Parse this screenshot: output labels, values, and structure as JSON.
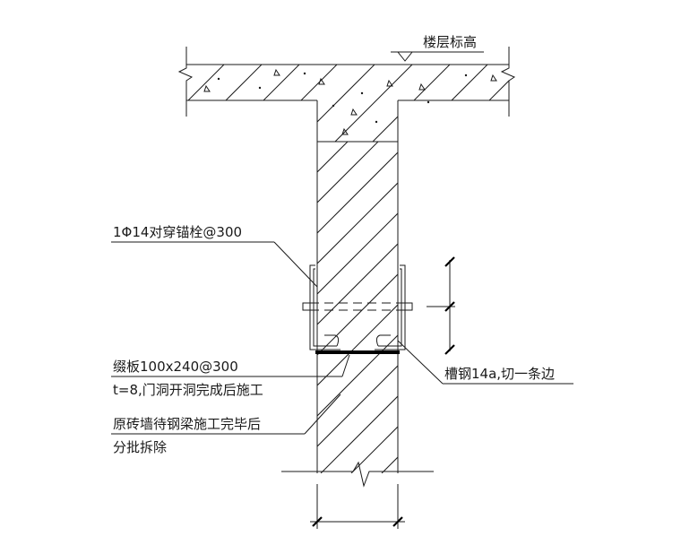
{
  "annotations": {
    "floor_level": "楼层标高",
    "anchor_bolt": "1Φ14对穿锚栓@300",
    "channel_steel": "槽钢14a,切一条边",
    "plate_line1": "缀板100x240@300",
    "plate_line2": "t=8,门洞开洞完成后施工",
    "wall_line1": "原砖墙待钢梁施工完毕后",
    "wall_line2": "分批拆除"
  },
  "colors": {
    "line": "#1a1a1a",
    "background": "#ffffff"
  }
}
